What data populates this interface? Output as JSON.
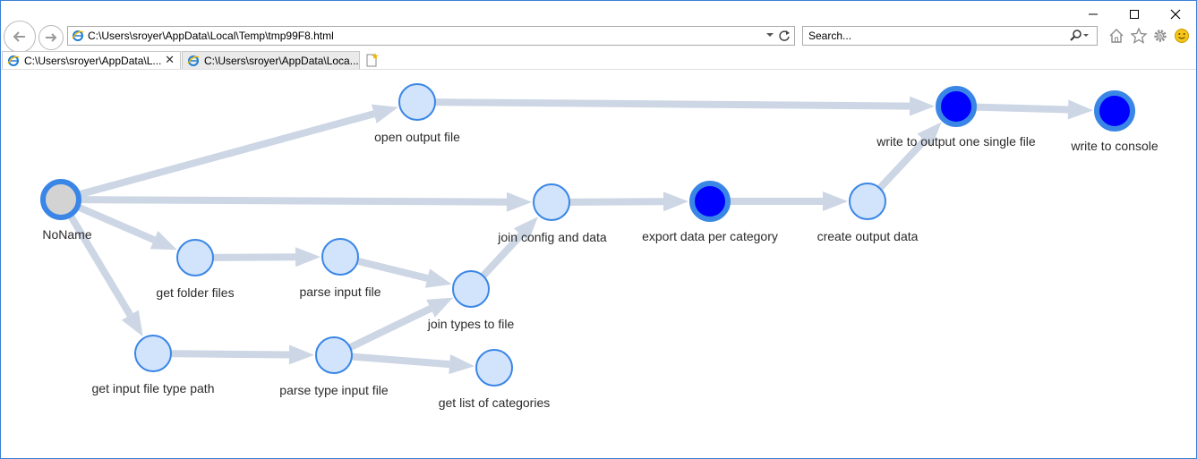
{
  "browser": {
    "address_url": "C:\\Users\\sroyer\\AppData\\Local\\Temp\\tmp99F8.html",
    "search_placeholder": "Search...",
    "tabs": [
      {
        "title": "C:\\Users\\sroyer\\AppData\\L...",
        "active": true
      },
      {
        "title": "C:\\Users\\sroyer\\AppData\\Loca...",
        "active": false
      }
    ],
    "icons": {
      "back": "back-arrow-icon",
      "forward": "forward-arrow-icon",
      "refresh": "refresh-icon",
      "search": "search-icon",
      "home": "home-icon",
      "favorites": "star-icon",
      "settings": "gear-icon",
      "feedback": "smiley-icon"
    }
  },
  "graph": {
    "colors": {
      "edge": "#cdd6e4",
      "node_fill": "#d2e4fb",
      "node_stroke": "#3a86e6",
      "start_fill": "#d3d3d3",
      "active_fill": "#0000ff"
    },
    "nodes": [
      {
        "id": "noname",
        "label": "NoName",
        "state": "start"
      },
      {
        "id": "open-output-file",
        "label": "open output file",
        "state": "normal"
      },
      {
        "id": "write-output-single-file",
        "label": "write to output one single file",
        "state": "active"
      },
      {
        "id": "write-to-console",
        "label": "write to console",
        "state": "active"
      },
      {
        "id": "join-config-and-data",
        "label": "join config and data",
        "state": "normal"
      },
      {
        "id": "export-data-per-category",
        "label": "export data per category",
        "state": "active"
      },
      {
        "id": "create-output-data",
        "label": "create output data",
        "state": "normal"
      },
      {
        "id": "get-folder-files",
        "label": "get folder files",
        "state": "normal"
      },
      {
        "id": "parse-input-file",
        "label": "parse input file",
        "state": "normal"
      },
      {
        "id": "join-types-to-file",
        "label": "join types to file",
        "state": "normal"
      },
      {
        "id": "get-input-file-type-path",
        "label": "get input file type path",
        "state": "normal"
      },
      {
        "id": "parse-type-input-file",
        "label": "parse type input file",
        "state": "normal"
      },
      {
        "id": "get-list-of-categories",
        "label": "get list of categories",
        "state": "normal"
      }
    ],
    "edges": [
      {
        "from": "noname",
        "to": "open-output-file"
      },
      {
        "from": "open-output-file",
        "to": "write-output-single-file"
      },
      {
        "from": "write-output-single-file",
        "to": "write-to-console"
      },
      {
        "from": "noname",
        "to": "join-config-and-data"
      },
      {
        "from": "join-config-and-data",
        "to": "export-data-per-category"
      },
      {
        "from": "export-data-per-category",
        "to": "create-output-data"
      },
      {
        "from": "create-output-data",
        "to": "write-output-single-file"
      },
      {
        "from": "noname",
        "to": "get-folder-files"
      },
      {
        "from": "get-folder-files",
        "to": "parse-input-file"
      },
      {
        "from": "parse-input-file",
        "to": "join-types-to-file"
      },
      {
        "from": "join-types-to-file",
        "to": "join-config-and-data"
      },
      {
        "from": "noname",
        "to": "get-input-file-type-path"
      },
      {
        "from": "get-input-file-type-path",
        "to": "parse-type-input-file"
      },
      {
        "from": "parse-type-input-file",
        "to": "join-types-to-file"
      },
      {
        "from": "parse-type-input-file",
        "to": "get-list-of-categories"
      }
    ]
  }
}
